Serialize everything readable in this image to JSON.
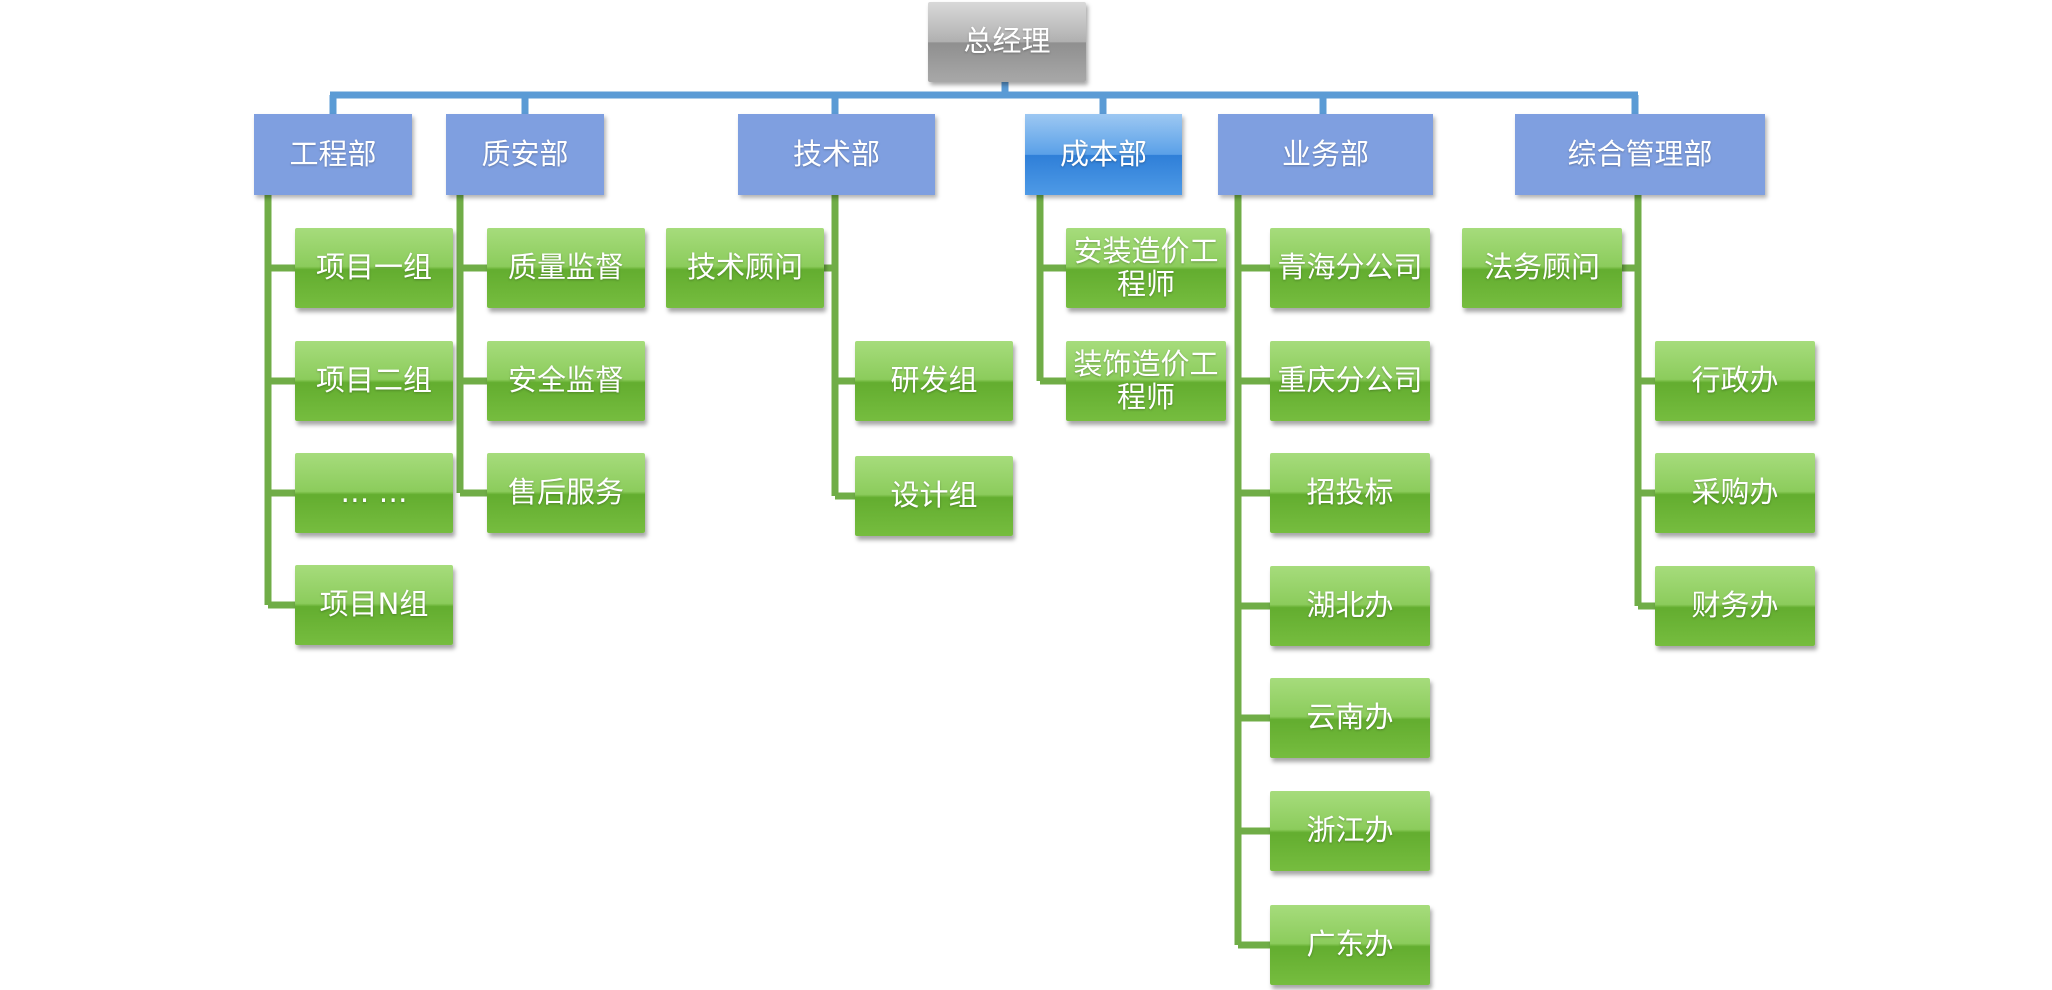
{
  "root": {
    "label": "总经理"
  },
  "departments": [
    {
      "label": "工程部",
      "children": [
        "项目一组",
        "项目二组",
        "… …",
        "项目N组"
      ]
    },
    {
      "label": "质安部",
      "children": [
        "质量监督",
        "安全监督",
        "售后服务"
      ]
    },
    {
      "label": "技术部",
      "advisor": "技术顾问",
      "children": [
        "研发组",
        "设计组"
      ]
    },
    {
      "label": "成本部",
      "children": [
        "安装造价工程师",
        "装饰造价工程师"
      ]
    },
    {
      "label": "业务部",
      "children": [
        "青海分公司",
        "重庆分公司",
        "招投标",
        "湖北办",
        "云南办",
        "浙江办",
        "广东办"
      ]
    },
    {
      "label": "综合管理部",
      "advisor": "法务顾问",
      "children": [
        "行政办",
        "采购办",
        "财务办"
      ]
    }
  ],
  "colors": {
    "connector_top": "#5b9bd5",
    "connector_child": "#70ad47",
    "department": "#7f9fe0",
    "department_highlight": "#3d8ce0",
    "leaf": "#7cc043",
    "root": "#a6a6a6"
  }
}
